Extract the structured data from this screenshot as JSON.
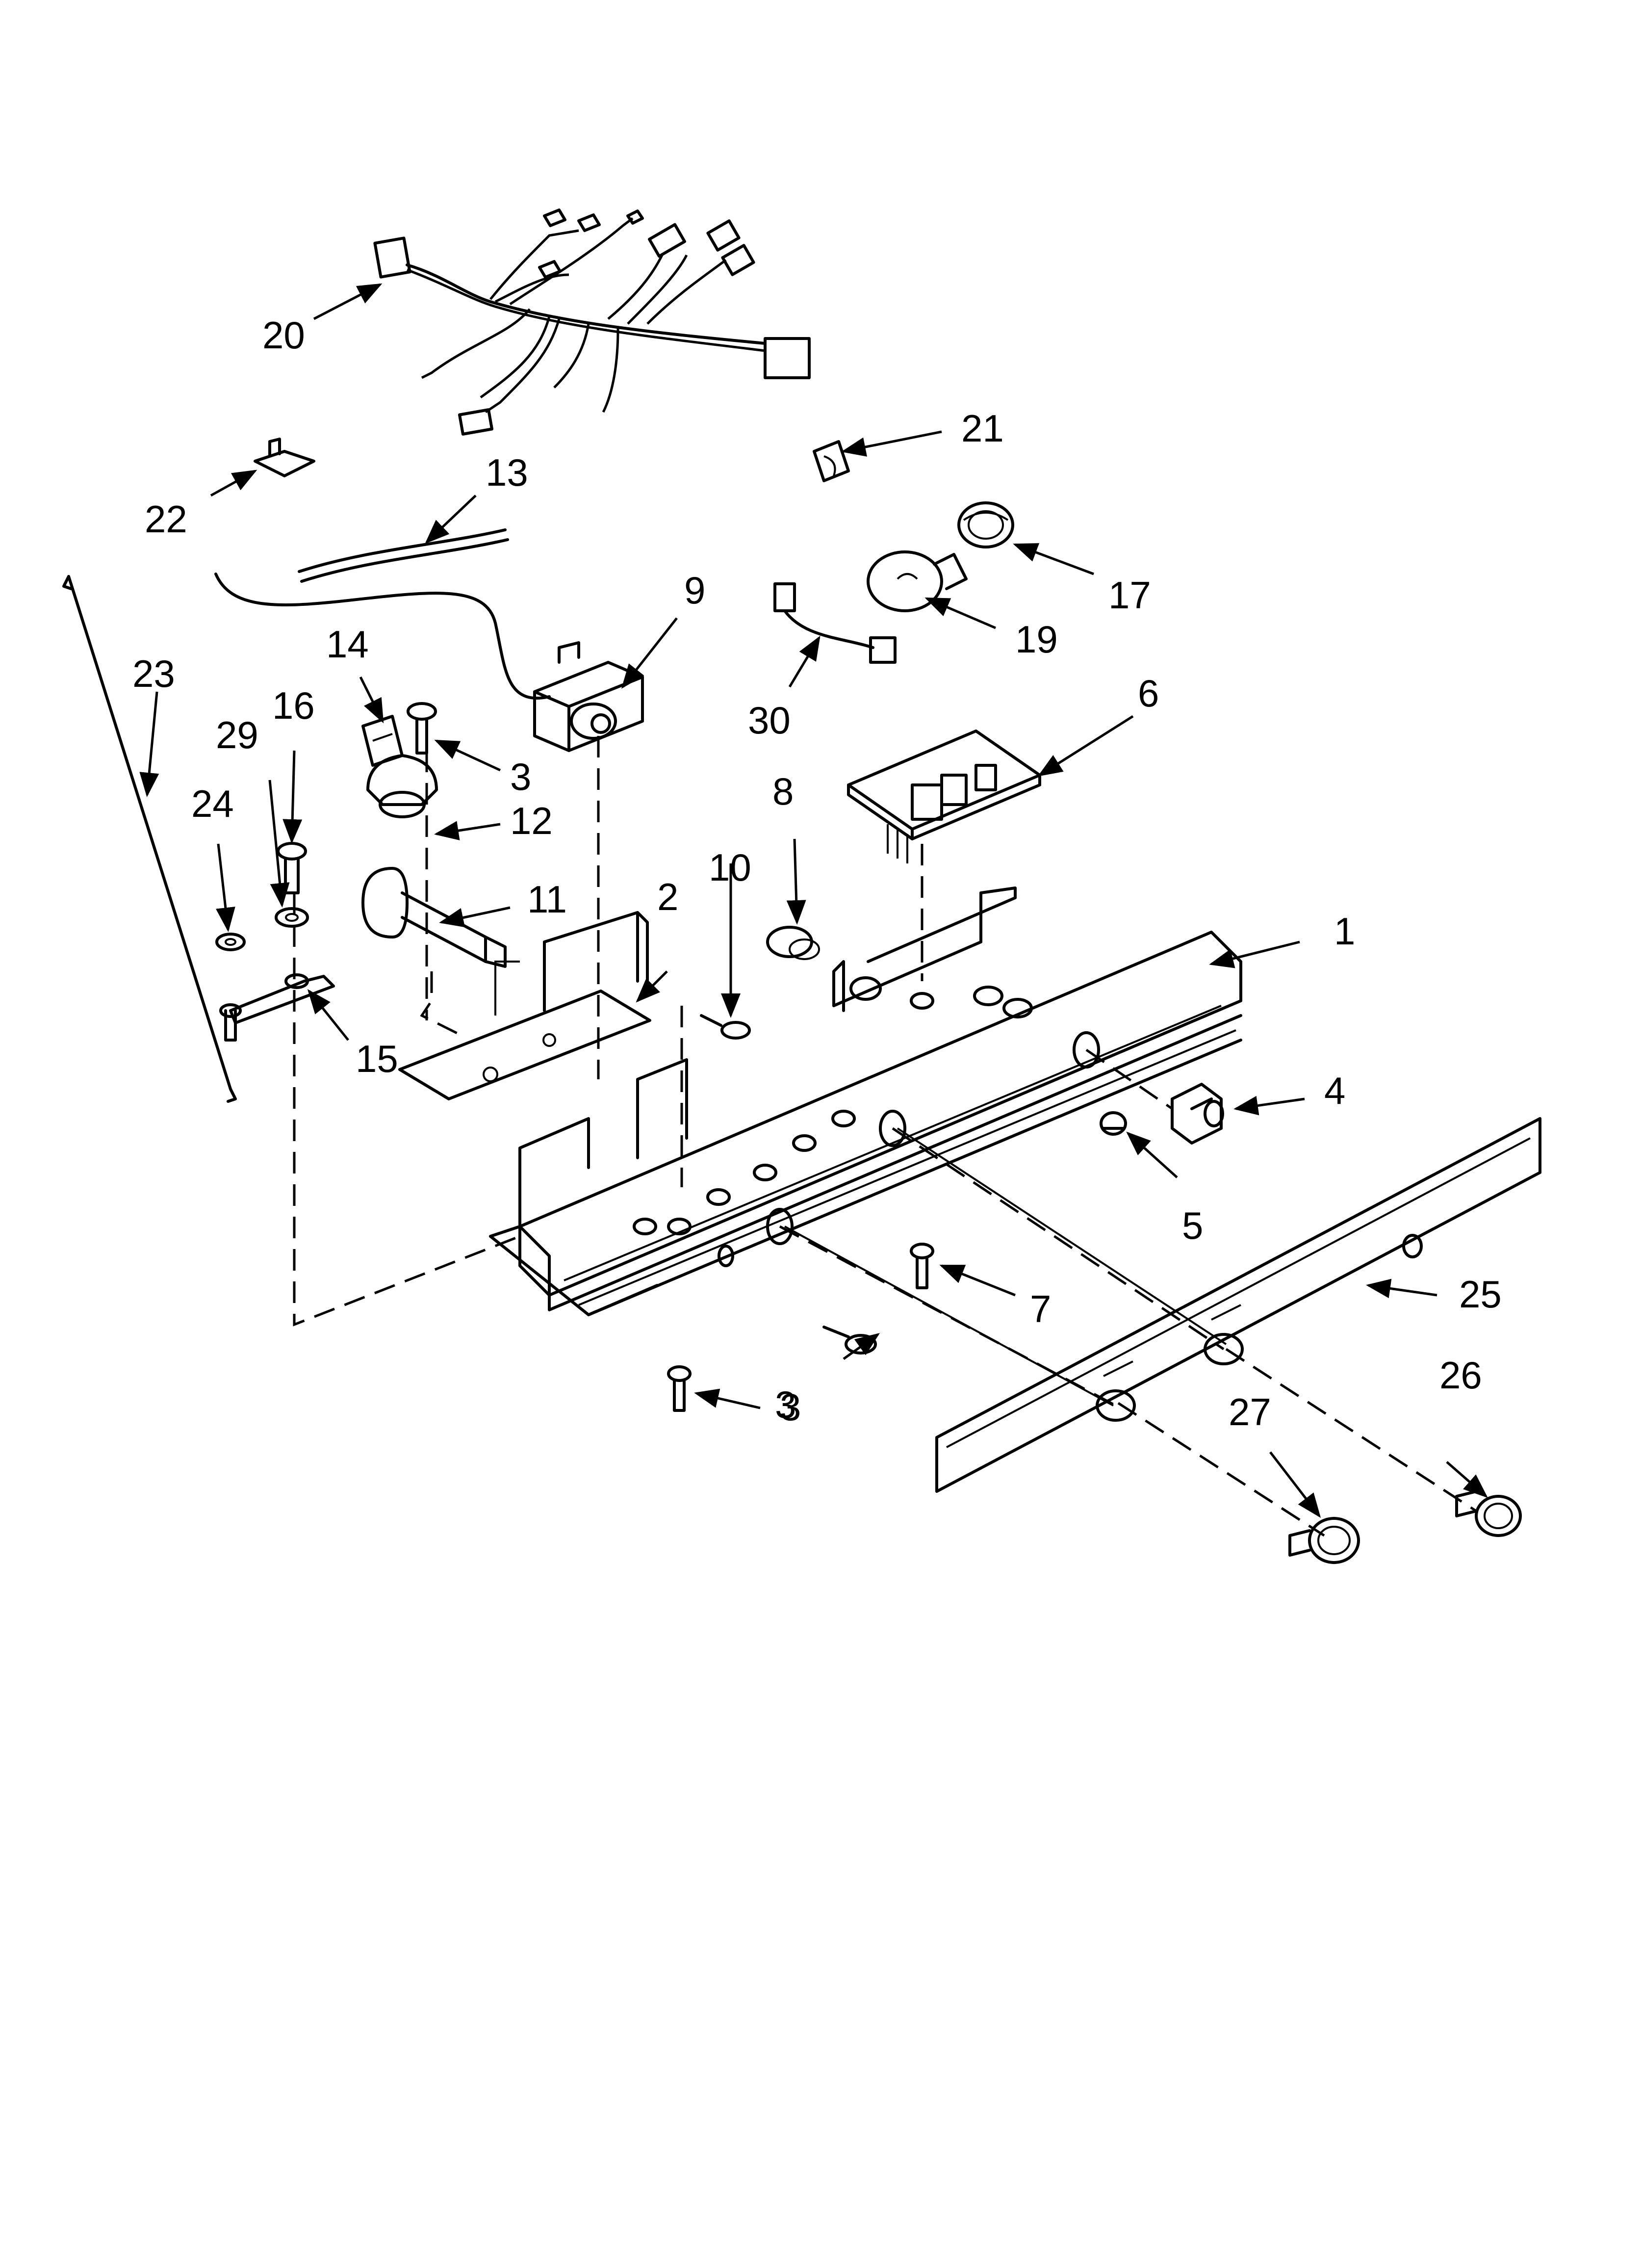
{
  "diagram": {
    "callouts": [
      "1",
      "2",
      "3",
      "3",
      "3",
      "4",
      "5",
      "6",
      "7",
      "8",
      "9",
      "10",
      "11",
      "12",
      "13",
      "14",
      "15",
      "16",
      "17",
      "19",
      "20",
      "21",
      "22",
      "23",
      "24",
      "25",
      "26",
      "27",
      "29",
      "30"
    ]
  }
}
